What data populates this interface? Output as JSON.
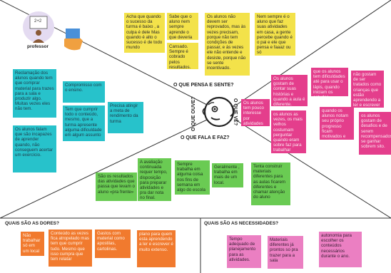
{
  "persona": {
    "label": "professor",
    "board_text": "2+2"
  },
  "center": {
    "top": "O QUE PENSA E SENTE?",
    "bottom": "O QUE FALA E FAZ?",
    "left": "O QUE OUVE?",
    "right": "O QUE VÊ?"
  },
  "sections": {
    "pains": "QUAIS SÃO AS DORES?",
    "needs": "QUAIS SÃO AS NECESSIDADES?"
  },
  "think_notes": [
    "Acha que quando o sucesso da turma é baixo , a culpa é dele Mas quando é alto o sucesso é de todo mundo",
    "Sabe que o aluno nem sempre aprende o que deveria",
    "Cansado. Sempre é cobrado pelos resultados.",
    "Os alunos não devem ser reprovados, mas às vezes precisam, porque não tem condições de passar, e às vezes ele não entende e desiste, porque não se sente incentivado.",
    "Nem sempre é o aluno que faz suas atividades em casa, a gente percebe quando é o pai e ele que pensa e faaaz ou só"
  ],
  "hear_notes": [
    "Reclamação dos alunos quando tem que comprar material para trazes para a sala e produzir algo. Muitas vezes eles não tem.",
    "Os alunos falam que são incapazes de aprender quando, não conseguem acertar um exercício.",
    "Compromisso com o ensino.",
    "Tem que cumprir todo o conteúdo, mesmo, que a turma apresente alguma dificuldade em algum assunto",
    "Precisa atingir a meta de rendimento da turma"
  ],
  "see_notes": [
    "Os alunos gostam de contar suas histórias e quando a aula é diferente.",
    "que os alunos tem dificuldades até para usar o lápis, quando iniciam os estudos.",
    "não gostam de ser tratados como crianças que estão aprendendo a ler e escrever",
    "Os alunos tem pouco interesse por atividades",
    "os alunos as vezes, os mais velhos costumam perguntar quando eram sobre faz para trabalhar",
    "quando os alunos notam seu próprio progresso ficam motivados e contentes.",
    "os alunos gostam de desafios e de serem recompensados se ganhar sobrem sito."
  ],
  "say_notes": [
    "São os resultados das atividades que passa que levam o aluno «pra frente»",
    "A avaliação continuada requer tempo, disposição para preparar atividades e pra dar nota no final.",
    "Sempre trabalha em alguma coisa nos fins de semana em algo do escola",
    "Geralmente , trabalha em mais de um local.",
    "Tenta construir materiais diferentes para as aulas ficarem diferentes e chamar atenção do aluno"
  ],
  "pain_notes": [
    "Não trabalhar só em um local",
    "Conteúdo as vezes fica atropelado mas tem que cumprir tudo. Mesmo que isso cumpra que tem relatar",
    "Gastos com material como apostilas, cartolinas.",
    "plano para quem esta aprendendo a ler e escrever é muito extenso."
  ],
  "need_notes": [
    "Tempo adequado de planejamento para as atividades.",
    "Materiais diferentes já prontos so pra trazer para a sala",
    "autonomia para escolher os conteúdos necessários durante o ano."
  ]
}
